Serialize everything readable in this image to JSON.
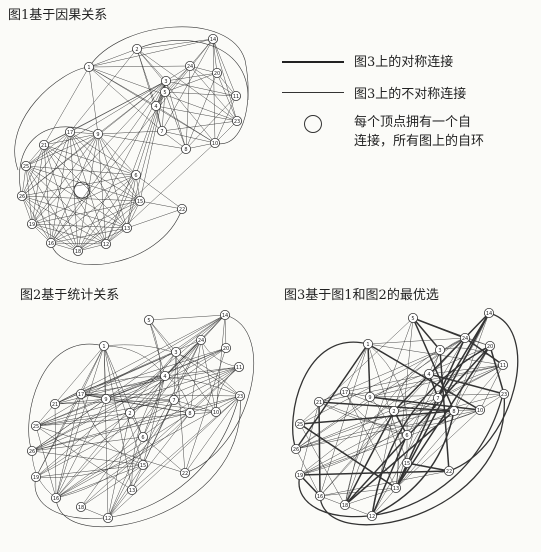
{
  "titles": {
    "fig1": "图1基于因果关系",
    "fig2": "图2基于统计关系",
    "fig3": "图3基于图1和图2的最优选"
  },
  "legend": {
    "symmetric": "图3上的对称连接",
    "asymmetric": "图3上的不对称连接",
    "self_line1": "每个顶点拥有一个自",
    "self_line2": "连接，所有图上的自环"
  },
  "node_labels": [
    "1",
    "2",
    "3",
    "4",
    "5",
    "6",
    "7",
    "8",
    "9",
    "10",
    "11",
    "12",
    "13",
    "14",
    "15",
    "16",
    "17",
    "18",
    "19",
    "20",
    "21",
    "22",
    "23",
    "24",
    "25",
    "26"
  ],
  "colors": {
    "ink": "#222222",
    "paper": "#fbfbf8"
  }
}
